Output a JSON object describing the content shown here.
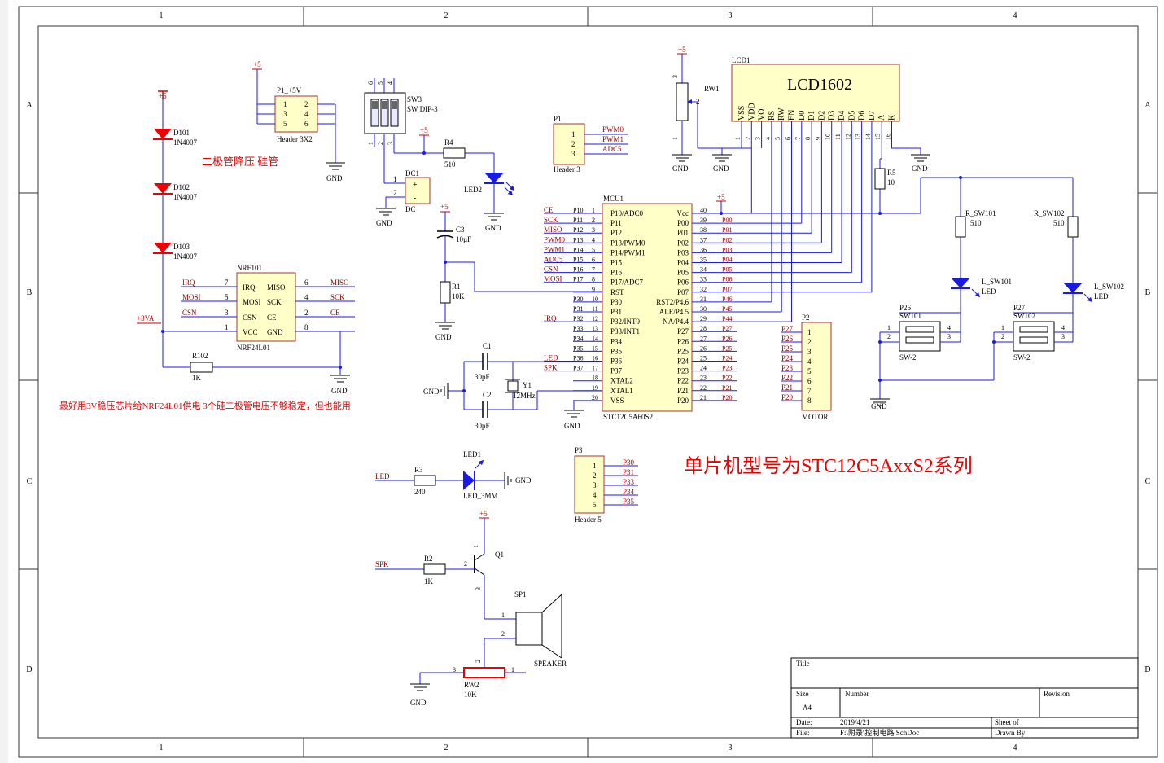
{
  "border": {
    "cols": [
      "1",
      "2",
      "3",
      "4"
    ],
    "rows": [
      "A",
      "B",
      "C",
      "D"
    ]
  },
  "notes": {
    "diode_drop": "二极管降压 硅管",
    "nrf_power": "最好用3V稳压芯片给NRF24L01供电 3个硅二极管电压不够稳定，但也能用",
    "mcu_series": "单片机型号为STC12C5AxxS2系列"
  },
  "title_block": {
    "title_label": "Title",
    "size_label": "Size",
    "size_value": "A4",
    "number_label": "Number",
    "revision_label": "Revision",
    "date_label": "Date:",
    "date_value": "2019/4/21",
    "file_label": "File:",
    "file_value": "F:\\附录\\控制电路.SchDoc",
    "sheet_label": "Sheet  of",
    "drawn_label": "Drawn By:"
  },
  "nets": {
    "p5v": "+5",
    "gnd": "GND",
    "p3va": "+3VA"
  },
  "diodes": [
    {
      "ref": "D101",
      "val": "1N4007"
    },
    {
      "ref": "D102",
      "val": "1N4007"
    },
    {
      "ref": "D103",
      "val": "1N4007"
    }
  ],
  "p1_5v": {
    "ref": "P1_+5V",
    "val": "Header 3X2",
    "pins": [
      "1",
      "2",
      "3",
      "4",
      "5",
      "6"
    ]
  },
  "sw3": {
    "ref": "SW3",
    "val": "SW DIP-3",
    "top_pins": [
      "6",
      "5",
      "4"
    ],
    "bot_pins": [
      "1",
      "2",
      "3"
    ]
  },
  "dc1": {
    "ref": "DC1",
    "val": "DC",
    "p1": "1",
    "p2": "2",
    "plus": "+",
    "minus": "-"
  },
  "r4": {
    "ref": "R4",
    "val": "510"
  },
  "led2": {
    "ref": "LED2"
  },
  "p1hdr": {
    "ref": "P1",
    "val": "Header 3",
    "pins": [
      "1",
      "2",
      "3"
    ],
    "nets": [
      "PWM0",
      "PWM1",
      "ADC5"
    ]
  },
  "c3": {
    "ref": "C3",
    "val": "10µF"
  },
  "r1": {
    "ref": "R1",
    "val": "10K"
  },
  "rw1": {
    "ref": "RW1",
    "pins": [
      "3",
      "2",
      "1"
    ]
  },
  "lcd": {
    "ref": "LCD1",
    "title": "LCD1602",
    "pin_names": [
      "VSS",
      "VDD",
      "VO",
      "RS",
      "RW",
      "EN",
      "D0",
      "D1",
      "D2",
      "D3",
      "D4",
      "D5",
      "D6",
      "D7",
      "A",
      "K"
    ],
    "pin_nums": [
      "1",
      "2",
      "3",
      "4",
      "5",
      "6",
      "7",
      "8",
      "9",
      "10",
      "11",
      "12",
      "13",
      "14",
      "15",
      "16"
    ]
  },
  "r5": {
    "ref": "R5",
    "val": "10"
  },
  "nrf": {
    "ref": "NRF101",
    "val": "NRF24L01",
    "left_nums": [
      "7",
      "5",
      "3",
      "1"
    ],
    "left_names": [
      "IRQ",
      "MOSI",
      "CSN",
      "VCC"
    ],
    "left_nets": [
      "IRQ",
      "MOSI",
      "CSN",
      ""
    ],
    "right_names": [
      "MISO",
      "SCK",
      "CE",
      "GND"
    ],
    "right_nums": [
      "6",
      "4",
      "2",
      "8"
    ],
    "right_nets": [
      "MISO",
      "SCK",
      "CE",
      ""
    ]
  },
  "r102": {
    "ref": "R102",
    "val": "1K"
  },
  "mcu": {
    "ref": "MCU1",
    "val": "STC12C5A60S2",
    "left_names": [
      "P10/ADC0",
      "P11",
      "P12",
      "P13/PWM0",
      "P14/PWM1",
      "P15",
      "P16",
      "P17/ADC7",
      "RST",
      "P30",
      "P31",
      "P32/INT0",
      "P33/INT1",
      "P34",
      "P35",
      "P36",
      "P37",
      "XTAL2",
      "XTAL1",
      "VSS"
    ],
    "left_nums": [
      "1",
      "2",
      "3",
      "4",
      "5",
      "6",
      "7",
      "8",
      "9",
      "10",
      "11",
      "12",
      "13",
      "14",
      "15",
      "16",
      "17",
      "18",
      "19",
      "20"
    ],
    "left_nets": [
      "P10",
      "P11",
      "P12",
      "P13",
      "P14",
      "P15",
      "P16",
      "P17",
      "",
      "P30",
      "P31",
      "P32",
      "P33",
      "P34",
      "P35",
      "P36",
      "P37",
      "",
      "",
      ""
    ],
    "left_sig": [
      "CE",
      "SCK",
      "MISO",
      "PWM0",
      "PWM1",
      "ADC5",
      "CSN",
      "MOSI",
      "",
      "",
      "",
      "IRQ",
      "",
      "",
      "",
      "LED",
      "SPK",
      "",
      "",
      ""
    ],
    "right_names": [
      "Vcc",
      "P00",
      "P01",
      "P02",
      "P03",
      "P04",
      "P05",
      "P06",
      "P07",
      "RST2/P4.6",
      "ALE/P4.5",
      "NA/P4.4",
      "P27",
      "P26",
      "P25",
      "P24",
      "P23",
      "P22",
      "P21",
      "P20"
    ],
    "right_nums": [
      "40",
      "39",
      "38",
      "37",
      "36",
      "35",
      "34",
      "33",
      "32",
      "31",
      "30",
      "29",
      "28",
      "27",
      "26",
      "25",
      "24",
      "23",
      "22",
      "21"
    ],
    "right_nets": [
      "",
      "P00",
      "P01",
      "P02",
      "P03",
      "P04",
      "P05",
      "P06",
      "P07",
      "P46",
      "P45",
      "P44",
      "P27",
      "P26",
      "P25",
      "P24",
      "P23",
      "P22",
      "P21",
      "P20"
    ]
  },
  "c1": {
    "ref": "C1",
    "val": "30pF"
  },
  "c2": {
    "ref": "C2",
    "val": "30pF"
  },
  "y1": {
    "ref": "Y1",
    "val": "12MHz"
  },
  "p2": {
    "ref": "P2",
    "val": "MOTOR",
    "nets": [
      "P27",
      "P26",
      "P25",
      "P24",
      "P23",
      "P22",
      "P21",
      "P20"
    ],
    "pins": [
      "1",
      "2",
      "3",
      "4",
      "5",
      "6",
      "7",
      "8"
    ]
  },
  "rsw101": {
    "ref": "R_SW101",
    "val": "510"
  },
  "rsw102": {
    "ref": "R_SW102",
    "val": "510"
  },
  "lsw101": {
    "ref": "L_SW101",
    "val": "LED"
  },
  "lsw102": {
    "ref": "L_SW102",
    "val": "LED"
  },
  "sw101": {
    "net": "P26",
    "ref": "SW101",
    "val": "SW-2",
    "pins": [
      "1",
      "2",
      "3",
      "4"
    ]
  },
  "sw102": {
    "net": "P27",
    "ref": "SW102",
    "val": "SW-2",
    "pins": [
      "1",
      "2",
      "3",
      "4"
    ]
  },
  "led1": {
    "ref": "LED1",
    "val": "LED_3MM",
    "net": "LED"
  },
  "r3": {
    "ref": "R3",
    "val": "240"
  },
  "p3": {
    "ref": "P3",
    "val": "Header 5",
    "pins": [
      "1",
      "2",
      "3",
      "4",
      "5"
    ],
    "nets": [
      "P30",
      "P31",
      "P33",
      "P34",
      "P35"
    ]
  },
  "q1": {
    "ref": "Q1",
    "pins": [
      "1",
      "2",
      "3"
    ]
  },
  "r2": {
    "ref": "R2",
    "val": "1K",
    "net": "SPK"
  },
  "sp1": {
    "ref": "SP1",
    "val": "SPEAKER",
    "p1": "1",
    "p2": "2"
  },
  "rw2": {
    "ref": "RW2",
    "val": "10K",
    "pins": [
      "3",
      "2",
      "1"
    ]
  }
}
